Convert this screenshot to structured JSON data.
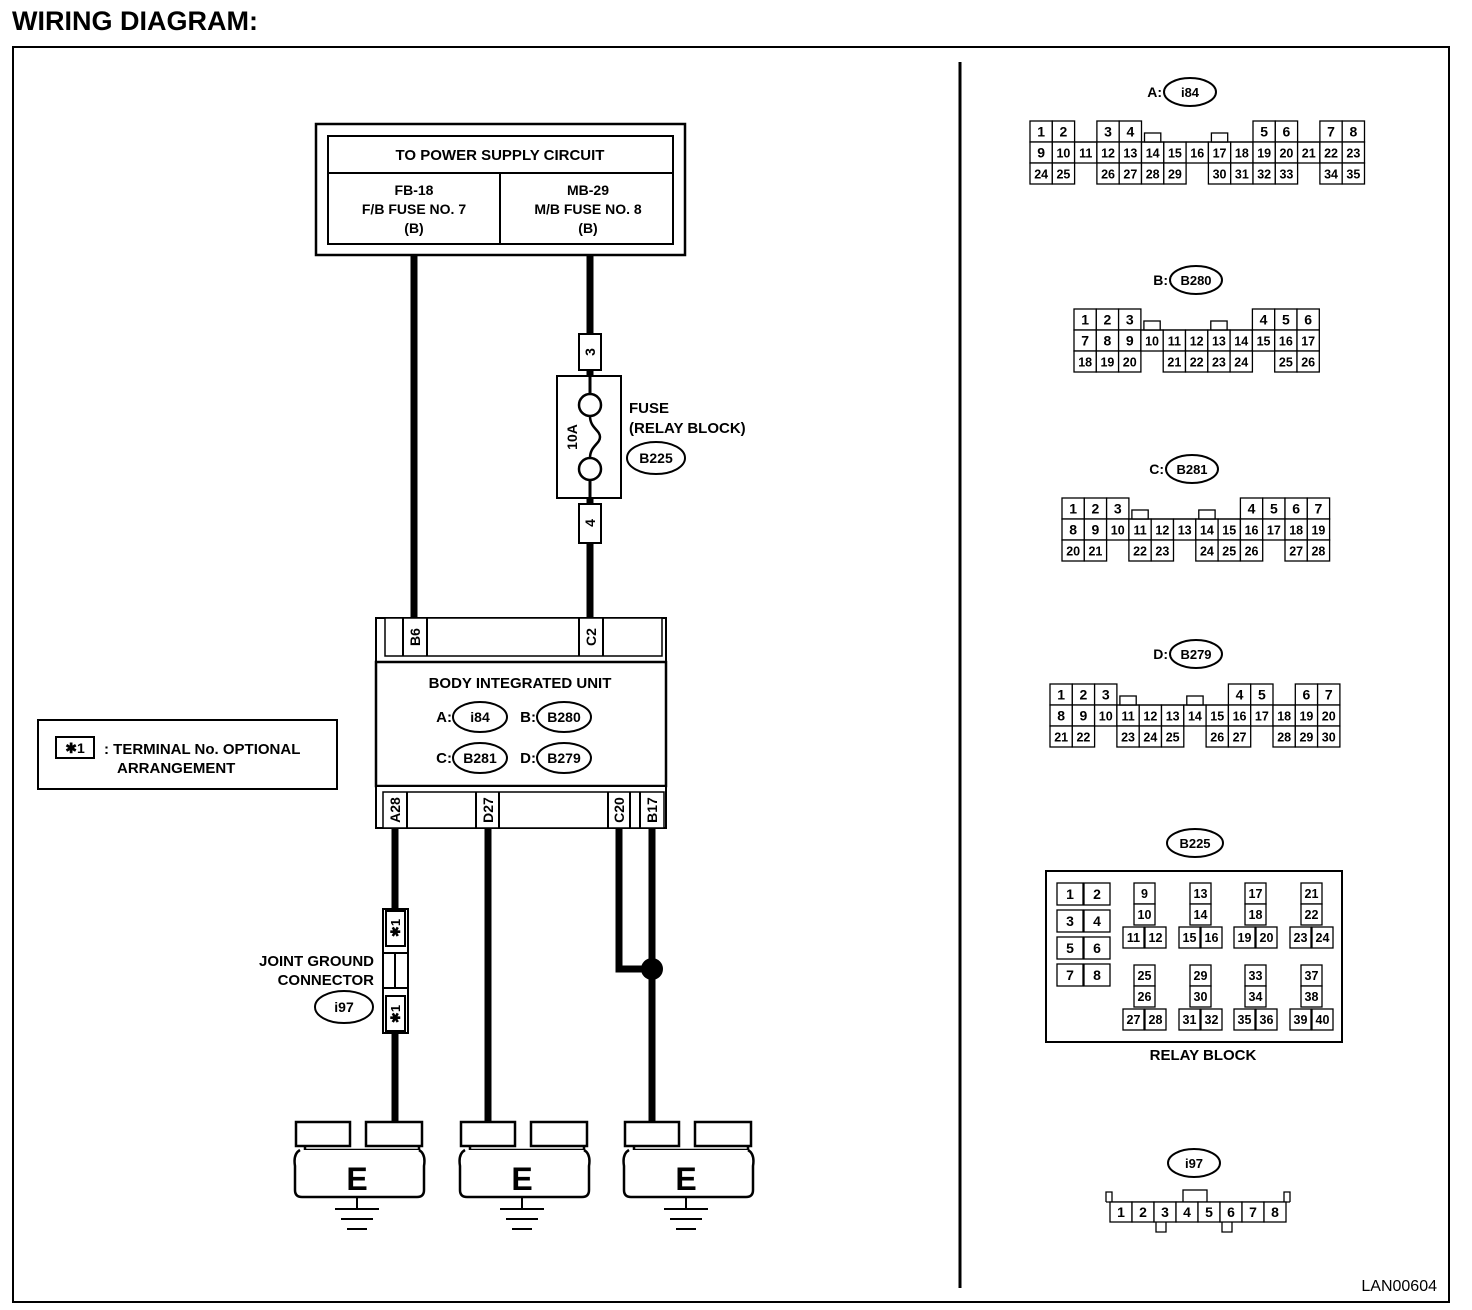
{
  "page_title": "WIRING DIAGRAM:",
  "diagram_code": "LAN00604",
  "power_supply": {
    "title": "TO POWER SUPPLY CIRCUIT",
    "left": {
      "code": "FB-18",
      "name": "F/B FUSE NO. 7",
      "type": "(B)"
    },
    "right": {
      "code": "MB-29",
      "name": "M/B FUSE NO. 8",
      "type": "(B)"
    }
  },
  "fuse": {
    "label": "FUSE",
    "sublabel": "(RELAY BLOCK)",
    "connector": "B225",
    "rating": "10A",
    "terminal_top": "3",
    "terminal_bottom": "4"
  },
  "biu": {
    "title": "BODY INTEGRATED UNIT",
    "top_pins": [
      "B6",
      "C2"
    ],
    "bottom_pins": [
      "A28",
      "D27",
      "C20",
      "B17"
    ],
    "connectors": [
      {
        "prefix": "A:",
        "id": "i84"
      },
      {
        "prefix": "B:",
        "id": "B280"
      },
      {
        "prefix": "C:",
        "id": "B281"
      },
      {
        "prefix": "D:",
        "id": "B279"
      }
    ]
  },
  "legend": {
    "symbol": "✱1",
    "text1": ": TERMINAL No. OPTIONAL",
    "text2": "ARRANGEMENT"
  },
  "joint_ground": {
    "label1": "JOINT GROUND",
    "label2": "CONNECTOR",
    "id": "i97",
    "terminal": "✱1"
  },
  "grounds": [
    "E",
    "E",
    "E"
  ],
  "connector_views": {
    "A": {
      "prefix": "A:",
      "id": "i84",
      "rows": [
        [
          "1",
          "2",
          "",
          "3",
          "4",
          "",
          "",
          "",
          "",
          "",
          "5",
          "6",
          "",
          "7",
          "8"
        ],
        [
          "9",
          "10",
          "11",
          "12",
          "13",
          "14",
          "15",
          "16",
          "17",
          "18",
          "19",
          "20",
          "21",
          "22",
          "23"
        ],
        [
          "24",
          "25",
          "",
          "26",
          "27",
          "28",
          "29",
          "",
          "30",
          "31",
          "32",
          "33",
          "",
          "34",
          "35"
        ]
      ]
    },
    "B": {
      "prefix": "B:",
      "id": "B280",
      "rows": [
        [
          "1",
          "2",
          "3",
          "",
          "",
          "",
          "",
          "",
          "4",
          "5",
          "6"
        ],
        [
          "7",
          "8",
          "9",
          "10",
          "11",
          "12",
          "13",
          "14",
          "15",
          "16",
          "17"
        ],
        [
          "18",
          "19",
          "20",
          "",
          "21",
          "22",
          "23",
          "24",
          "",
          "25",
          "26"
        ]
      ]
    },
    "C": {
      "prefix": "C:",
      "id": "B281",
      "rows": [
        [
          "1",
          "2",
          "3",
          "",
          "",
          "",
          "",
          "",
          "4",
          "5",
          "6",
          "7"
        ],
        [
          "8",
          "9",
          "10",
          "11",
          "12",
          "13",
          "14",
          "15",
          "16",
          "17",
          "18",
          "19"
        ],
        [
          "20",
          "21",
          "",
          "22",
          "23",
          "",
          "24",
          "25",
          "26",
          "",
          "27",
          "28"
        ]
      ]
    },
    "D": {
      "prefix": "D:",
      "id": "B279",
      "rows": [
        [
          "1",
          "2",
          "3",
          "",
          "",
          "",
          "",
          "",
          "4",
          "5",
          "",
          "6",
          "7"
        ],
        [
          "8",
          "9",
          "10",
          "11",
          "12",
          "13",
          "14",
          "15",
          "16",
          "17",
          "18",
          "19",
          "20"
        ],
        [
          "21",
          "22",
          "",
          "23",
          "24",
          "25",
          "",
          "26",
          "27",
          "",
          "28",
          "29",
          "30"
        ]
      ]
    },
    "relay": {
      "id": "B225",
      "label": "RELAY BLOCK",
      "left": [
        [
          "1",
          "2"
        ],
        [
          "3",
          "4"
        ],
        [
          "5",
          "6"
        ],
        [
          "7",
          "8"
        ]
      ],
      "groups": [
        [
          "9",
          "10",
          "11",
          "12"
        ],
        [
          "13",
          "14",
          "15",
          "16"
        ],
        [
          "17",
          "18",
          "19",
          "20"
        ],
        [
          "21",
          "22",
          "23",
          "24"
        ],
        [
          "25",
          "26",
          "27",
          "28"
        ],
        [
          "29",
          "30",
          "31",
          "32"
        ],
        [
          "33",
          "34",
          "35",
          "36"
        ],
        [
          "37",
          "38",
          "39",
          "40"
        ]
      ]
    },
    "i97": {
      "id": "i97",
      "pins": [
        "1",
        "2",
        "3",
        "4",
        "5",
        "6",
        "7",
        "8"
      ]
    }
  }
}
